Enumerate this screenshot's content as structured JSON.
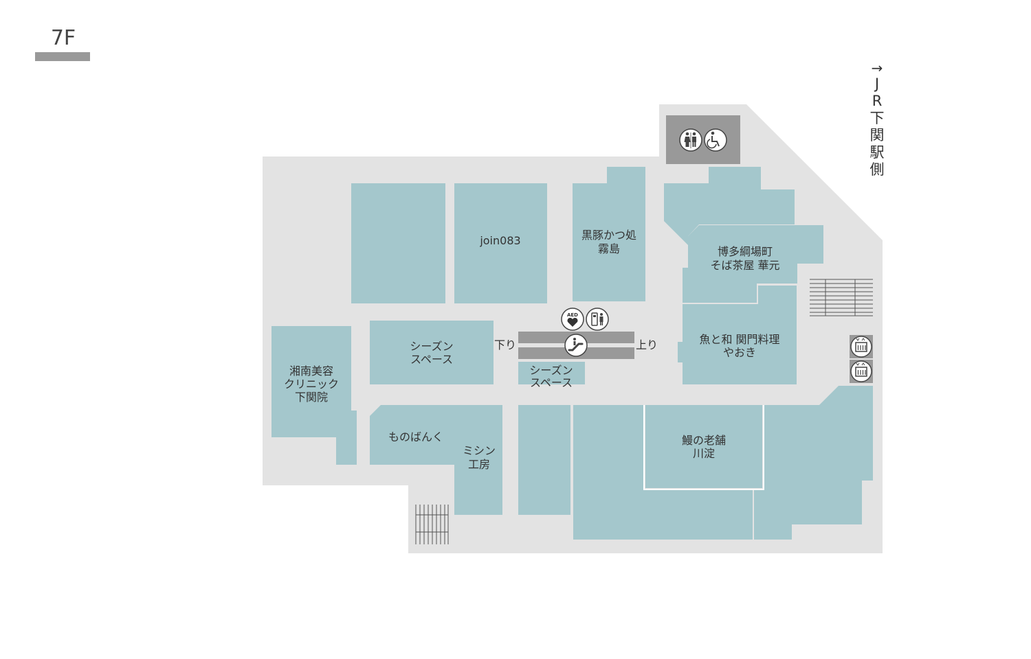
{
  "floor": "7F",
  "direction": {
    "arrow": "→",
    "label": "JR下関駅側"
  },
  "colors": {
    "corridor": "#e3e3e3",
    "shop": "#a4c7cc",
    "facility": "#999999",
    "escalator": "#999999"
  },
  "shops": [
    {
      "id": "join083",
      "lines": [
        "join083"
      ]
    },
    {
      "id": "kurobuta",
      "lines": [
        "黒豚かつ処",
        "霧島"
      ]
    },
    {
      "id": "hakata",
      "lines": [
        "博多綱場町",
        "そば茶屋 華元"
      ]
    },
    {
      "id": "uotowa",
      "lines": [
        "魚と和 関門料理",
        "やおき"
      ]
    },
    {
      "id": "season-space-1",
      "lines": [
        "シーズン",
        "スペース"
      ]
    },
    {
      "id": "season-space-2",
      "lines": [
        "シーズン",
        "スペース"
      ]
    },
    {
      "id": "shonan",
      "lines": [
        "湘南美容",
        "クリニック",
        "下関院"
      ]
    },
    {
      "id": "monobank",
      "lines": [
        "ものばんく"
      ]
    },
    {
      "id": "mishin",
      "lines": [
        "ミシン",
        "工房"
      ]
    },
    {
      "id": "unagi",
      "lines": [
        "鰻の老舗",
        "川淀"
      ]
    }
  ],
  "escalator": {
    "down": "下り",
    "up": "上り"
  },
  "icons": [
    "restroom-icon",
    "wheelchair-icon",
    "aed-icon",
    "atm-icon",
    "escalator-icon",
    "elevator-icon",
    "stairs-icon"
  ],
  "aed_text": "AED"
}
